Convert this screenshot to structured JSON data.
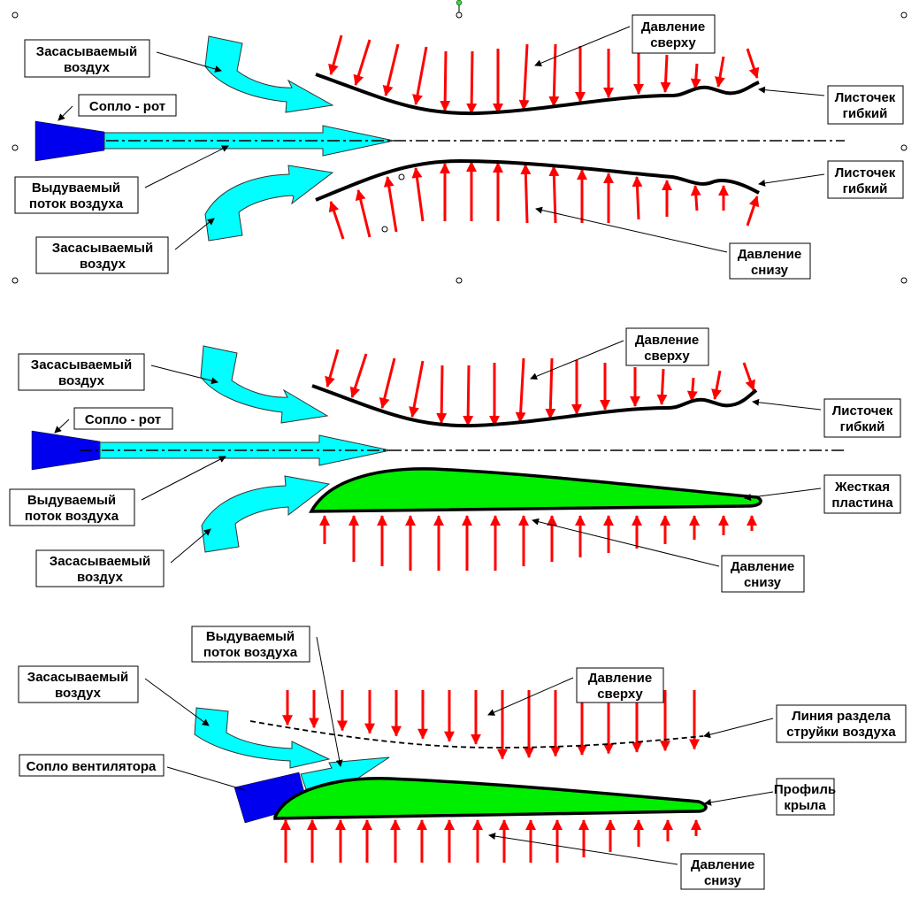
{
  "colors": {
    "pressure_arrow": "#ff0000",
    "airflow": "#00ffff",
    "nozzle": "#0000ee",
    "rigid_plate": "#00ee00"
  },
  "panel1": {
    "intake_top": [
      "Засасываемый",
      "воздух"
    ],
    "nozzle": "Сопло - рот",
    "blown": [
      "Выдуваемый",
      "поток воздуха"
    ],
    "intake_bottom": [
      "Засасываемый",
      "воздух"
    ],
    "pressure_top": [
      "Давление",
      "сверху"
    ],
    "leaf_top": [
      "Листочек",
      "гибкий"
    ],
    "leaf_bottom": [
      "Листочек",
      "гибкий"
    ],
    "pressure_bottom": [
      "Давление",
      "снизу"
    ]
  },
  "panel2": {
    "intake_top": [
      "Засасываемый",
      "воздух"
    ],
    "nozzle": "Сопло - рот",
    "blown": [
      "Выдуваемый",
      "поток воздуха"
    ],
    "intake_bottom": [
      "Засасываемый",
      "воздух"
    ],
    "pressure_top": [
      "Давление",
      "сверху"
    ],
    "leaf_top": [
      "Листочек",
      "гибкий"
    ],
    "plate": [
      "Жесткая",
      "пластина"
    ],
    "pressure_bottom": [
      "Давление",
      "снизу"
    ]
  },
  "panel3": {
    "blown": [
      "Выдуваемый",
      "поток воздуха"
    ],
    "intake": [
      "Засасываемый",
      "воздух"
    ],
    "pressure_top": [
      "Давление",
      "сверху"
    ],
    "divider": [
      "Линия раздела",
      "струйки воздуха"
    ],
    "nozzle": "Сопло вентилятора",
    "wing": [
      "Профиль",
      "крыла"
    ],
    "pressure_bottom": [
      "Давление",
      "снизу"
    ]
  }
}
